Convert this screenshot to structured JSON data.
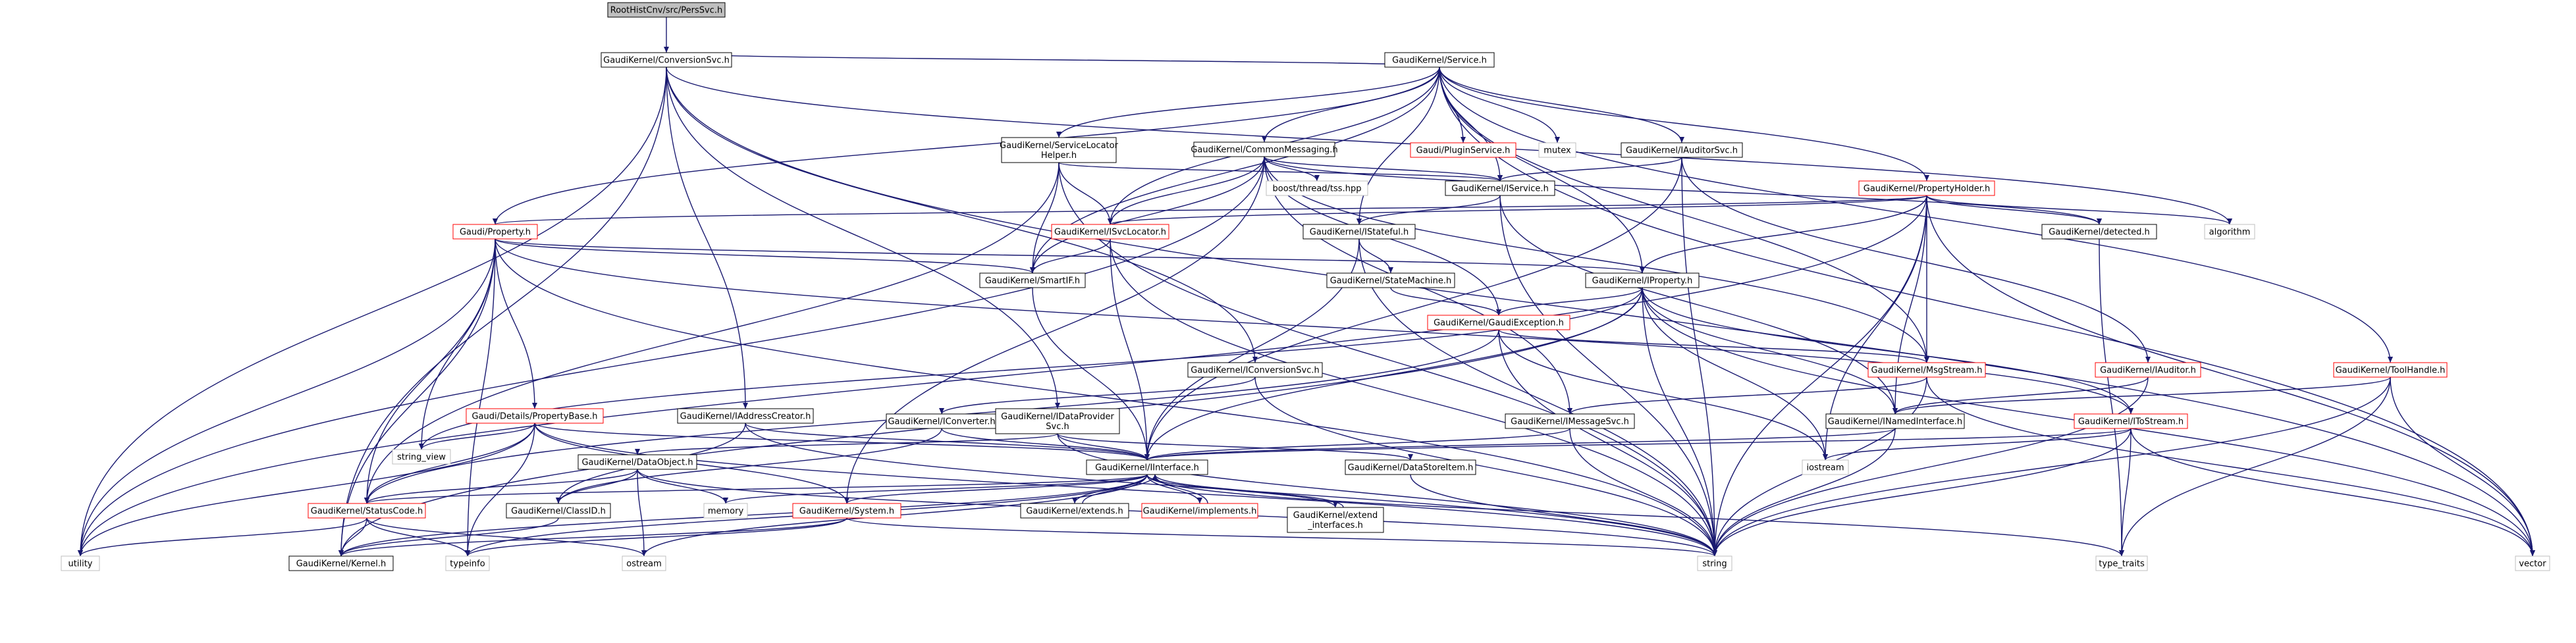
{
  "colors": {
    "edge": "#191970",
    "box_stroke": "#000000",
    "box_stroke_red": "#ff0000",
    "box_stroke_gray": "#bfbfbf",
    "root_fill": "#bfbfbf",
    "box_fill": "#ffffff"
  },
  "nodes": [
    {
      "id": "root",
      "lines": [
        "RootHistCnv/src/PersSvc.h"
      ],
      "style": "root"
    },
    {
      "id": "conv",
      "lines": [
        "GaudiKernel/ConversionSvc.h"
      ],
      "style": "normal"
    },
    {
      "id": "service",
      "lines": [
        "GaudiKernel/Service.h"
      ],
      "style": "normal"
    },
    {
      "id": "slh",
      "lines": [
        "GaudiKernel/ServiceLocator",
        "Helper.h"
      ],
      "style": "normal"
    },
    {
      "id": "cm",
      "lines": [
        "GaudiKernel/CommonMessaging.h"
      ],
      "style": "normal"
    },
    {
      "id": "plugin",
      "lines": [
        "Gaudi/PluginService.h"
      ],
      "style": "red"
    },
    {
      "id": "mutex",
      "lines": [
        "mutex"
      ],
      "style": "gray"
    },
    {
      "id": "iaud",
      "lines": [
        "GaudiKernel/IAuditorSvc.h"
      ],
      "style": "normal"
    },
    {
      "id": "boosttss",
      "lines": [
        "boost/thread/tss.hpp"
      ],
      "style": "gray"
    },
    {
      "id": "iservice",
      "lines": [
        "GaudiKernel/IService.h"
      ],
      "style": "normal"
    },
    {
      "id": "propholder",
      "lines": [
        "GaudiKernel/PropertyHolder.h"
      ],
      "style": "red"
    },
    {
      "id": "gprop",
      "lines": [
        "Gaudi/Property.h"
      ],
      "style": "red"
    },
    {
      "id": "isvcloc",
      "lines": [
        "GaudiKernel/ISvcLocator.h"
      ],
      "style": "red"
    },
    {
      "id": "istateful",
      "lines": [
        "GaudiKernel/IStateful.h"
      ],
      "style": "normal"
    },
    {
      "id": "detected",
      "lines": [
        "GaudiKernel/detected.h"
      ],
      "style": "normal"
    },
    {
      "id": "algorithm",
      "lines": [
        "algorithm"
      ],
      "style": "gray"
    },
    {
      "id": "smartif",
      "lines": [
        "GaudiKernel/SmartIF.h"
      ],
      "style": "normal"
    },
    {
      "id": "statemach",
      "lines": [
        "GaudiKernel/StateMachine.h"
      ],
      "style": "normal"
    },
    {
      "id": "iproperty",
      "lines": [
        "GaudiKernel/IProperty.h"
      ],
      "style": "normal"
    },
    {
      "id": "gexc",
      "lines": [
        "GaudiKernel/GaudiException.h"
      ],
      "style": "red"
    },
    {
      "id": "iconvsvc",
      "lines": [
        "GaudiKernel/IConversionSvc.h"
      ],
      "style": "normal"
    },
    {
      "id": "msgstream",
      "lines": [
        "GaudiKernel/MsgStream.h"
      ],
      "style": "red"
    },
    {
      "id": "iauditor",
      "lines": [
        "GaudiKernel/IAuditor.h"
      ],
      "style": "red"
    },
    {
      "id": "toolhandle",
      "lines": [
        "GaudiKernel/ToolHandle.h"
      ],
      "style": "red"
    },
    {
      "id": "propbase",
      "lines": [
        "Gaudi/Details/PropertyBase.h"
      ],
      "style": "red"
    },
    {
      "id": "iaddr",
      "lines": [
        "GaudiKernel/IAddressCreator.h"
      ],
      "style": "normal"
    },
    {
      "id": "iconverter",
      "lines": [
        "GaudiKernel/IConverter.h"
      ],
      "style": "normal"
    },
    {
      "id": "idataprov",
      "lines": [
        "GaudiKernel/IDataProvider",
        "Svc.h"
      ],
      "style": "normal"
    },
    {
      "id": "imsgsvc",
      "lines": [
        "GaudiKernel/IMessageSvc.h"
      ],
      "style": "normal"
    },
    {
      "id": "inamed",
      "lines": [
        "GaudiKernel/INamedInterface.h"
      ],
      "style": "normal"
    },
    {
      "id": "iostream_h",
      "lines": [
        "GaudiKernel/IToStream.h"
      ],
      "style": "red"
    },
    {
      "id": "stringview",
      "lines": [
        "string_view"
      ],
      "style": "gray"
    },
    {
      "id": "dataobj",
      "lines": [
        "GaudiKernel/DataObject.h"
      ],
      "style": "normal"
    },
    {
      "id": "iinterface",
      "lines": [
        "GaudiKernel/IInterface.h"
      ],
      "style": "normal"
    },
    {
      "id": "datastore",
      "lines": [
        "GaudiKernel/DataStoreItem.h"
      ],
      "style": "normal"
    },
    {
      "id": "iostream",
      "lines": [
        "iostream"
      ],
      "style": "gray"
    },
    {
      "id": "memory",
      "lines": [
        "memory"
      ],
      "style": "gray"
    },
    {
      "id": "statuscode",
      "lines": [
        "GaudiKernel/StatusCode.h"
      ],
      "style": "red"
    },
    {
      "id": "classid",
      "lines": [
        "GaudiKernel/ClassID.h"
      ],
      "style": "normal"
    },
    {
      "id": "system",
      "lines": [
        "GaudiKernel/System.h"
      ],
      "style": "red"
    },
    {
      "id": "extends",
      "lines": [
        "GaudiKernel/extends.h"
      ],
      "style": "normal"
    },
    {
      "id": "implements",
      "lines": [
        "GaudiKernel/implements.h"
      ],
      "style": "red"
    },
    {
      "id": "extendif",
      "lines": [
        "GaudiKernel/extend",
        "_interfaces.h"
      ],
      "style": "normal"
    },
    {
      "id": "utility",
      "lines": [
        "utility"
      ],
      "style": "gray"
    },
    {
      "id": "kernel",
      "lines": [
        "GaudiKernel/Kernel.h"
      ],
      "style": "normal"
    },
    {
      "id": "typeinfo",
      "lines": [
        "typeinfo"
      ],
      "style": "gray"
    },
    {
      "id": "ostream",
      "lines": [
        "ostream"
      ],
      "style": "gray"
    },
    {
      "id": "string",
      "lines": [
        "string"
      ],
      "style": "gray"
    },
    {
      "id": "typetraits",
      "lines": [
        "type_traits"
      ],
      "style": "gray"
    },
    {
      "id": "vector",
      "lines": [
        "vector"
      ],
      "style": "gray"
    }
  ],
  "edges": [
    [
      "root",
      "conv"
    ],
    [
      "conv",
      "service"
    ],
    [
      "conv",
      "iconvsvc"
    ],
    [
      "conv",
      "iaddr"
    ],
    [
      "conv",
      "idataprov"
    ],
    [
      "conv",
      "algorithm"
    ],
    [
      "conv",
      "vector"
    ],
    [
      "conv",
      "utility"
    ],
    [
      "conv",
      "kernel"
    ],
    [
      "service",
      "slh"
    ],
    [
      "service",
      "cm"
    ],
    [
      "service",
      "plugin"
    ],
    [
      "service",
      "mutex"
    ],
    [
      "service",
      "iaud"
    ],
    [
      "service",
      "iservice"
    ],
    [
      "service",
      "propholder"
    ],
    [
      "service",
      "gprop"
    ],
    [
      "service",
      "isvcloc"
    ],
    [
      "service",
      "istateful"
    ],
    [
      "service",
      "iproperty"
    ],
    [
      "service",
      "smartif"
    ],
    [
      "service",
      "toolhandle"
    ],
    [
      "service",
      "vector"
    ],
    [
      "service",
      "msgstream"
    ],
    [
      "slh",
      "iservice"
    ],
    [
      "slh",
      "isvcloc"
    ],
    [
      "slh",
      "smartif"
    ],
    [
      "slh",
      "statuscode"
    ],
    [
      "slh",
      "string"
    ],
    [
      "cm",
      "boosttss"
    ],
    [
      "cm",
      "iservice"
    ],
    [
      "cm",
      "isvcloc"
    ],
    [
      "cm",
      "gexc"
    ],
    [
      "cm",
      "imsgsvc"
    ],
    [
      "cm",
      "msgstream"
    ],
    [
      "cm",
      "smartif"
    ],
    [
      "cm",
      "detected"
    ],
    [
      "cm",
      "utility"
    ],
    [
      "cm",
      "system"
    ],
    [
      "iaud",
      "iservice"
    ],
    [
      "iaud",
      "iauditor"
    ],
    [
      "iaud",
      "string"
    ],
    [
      "iaud",
      "iinterface"
    ],
    [
      "iservice",
      "istateful"
    ],
    [
      "iservice",
      "inamed"
    ],
    [
      "iservice",
      "string"
    ],
    [
      "propholder",
      "gprop"
    ],
    [
      "propholder",
      "isvcloc"
    ],
    [
      "propholder",
      "iproperty"
    ],
    [
      "propholder",
      "detected"
    ],
    [
      "propholder",
      "algorithm"
    ],
    [
      "propholder",
      "msgstream"
    ],
    [
      "propholder",
      "inamed"
    ],
    [
      "propholder",
      "iostream"
    ],
    [
      "propholder",
      "vector"
    ],
    [
      "propholder",
      "string"
    ],
    [
      "propholder",
      "utility"
    ],
    [
      "gprop",
      "propbase"
    ],
    [
      "gprop",
      "iproperty"
    ],
    [
      "gprop",
      "smartif"
    ],
    [
      "gprop",
      "iostream_h"
    ],
    [
      "gprop",
      "stringview"
    ],
    [
      "gprop",
      "utility"
    ],
    [
      "gprop",
      "string"
    ],
    [
      "gprop",
      "kernel"
    ],
    [
      "gprop",
      "typeinfo"
    ],
    [
      "gprop",
      "statuscode"
    ],
    [
      "isvcloc",
      "smartif"
    ],
    [
      "isvcloc",
      "iinterface"
    ],
    [
      "isvcloc",
      "string"
    ],
    [
      "istateful",
      "statemach"
    ],
    [
      "istateful",
      "iinterface"
    ],
    [
      "istateful",
      "string"
    ],
    [
      "detected",
      "typetraits"
    ],
    [
      "smartif",
      "iinterface"
    ],
    [
      "statemach",
      "gexc"
    ],
    [
      "iproperty",
      "gexc"
    ],
    [
      "iproperty",
      "inamed"
    ],
    [
      "iproperty",
      "iinterface"
    ],
    [
      "iproperty",
      "iostream"
    ],
    [
      "iproperty",
      "string"
    ],
    [
      "iproperty",
      "vector"
    ],
    [
      "iproperty",
      "stringview"
    ],
    [
      "iproperty",
      "iostream_h"
    ],
    [
      "iproperty",
      "kernel"
    ],
    [
      "gexc",
      "msgstream"
    ],
    [
      "gexc",
      "statuscode"
    ],
    [
      "gexc",
      "string"
    ],
    [
      "gexc",
      "iostream"
    ],
    [
      "iconvsvc",
      "iconverter"
    ],
    [
      "iconvsvc",
      "string"
    ],
    [
      "msgstream",
      "imsgsvc"
    ],
    [
      "msgstream",
      "string"
    ],
    [
      "msgstream",
      "vector"
    ],
    [
      "iauditor",
      "inamed"
    ],
    [
      "iauditor",
      "string"
    ],
    [
      "toolhandle",
      "inamed"
    ],
    [
      "toolhandle",
      "string"
    ],
    [
      "toolhandle",
      "vector"
    ],
    [
      "toolhandle",
      "typetraits"
    ],
    [
      "propbase",
      "stringview"
    ],
    [
      "propbase",
      "iinterface"
    ],
    [
      "propbase",
      "statuscode"
    ],
    [
      "propbase",
      "system"
    ],
    [
      "propbase",
      "utility"
    ],
    [
      "propbase",
      "typeinfo"
    ],
    [
      "propbase",
      "string"
    ],
    [
      "iaddr",
      "iinterface"
    ],
    [
      "iaddr",
      "classid"
    ],
    [
      "iaddr",
      "string"
    ],
    [
      "iconverter",
      "iinterface"
    ],
    [
      "iconverter",
      "classid"
    ],
    [
      "idataprov",
      "iinterface"
    ],
    [
      "idataprov",
      "dataobj"
    ],
    [
      "idataprov",
      "datastore"
    ],
    [
      "idataprov",
      "string"
    ],
    [
      "imsgsvc",
      "iinterface"
    ],
    [
      "imsgsvc",
      "string"
    ],
    [
      "inamed",
      "iinterface"
    ],
    [
      "inamed",
      "string"
    ],
    [
      "iostream_h",
      "iinterface"
    ],
    [
      "iostream_h",
      "iostream"
    ],
    [
      "iostream_h",
      "string"
    ],
    [
      "iostream_h",
      "vector"
    ],
    [
      "iostream_h",
      "typetraits"
    ],
    [
      "dataobj",
      "classid"
    ],
    [
      "dataobj",
      "statuscode"
    ],
    [
      "dataobj",
      "memory"
    ],
    [
      "dataobj",
      "ostream"
    ],
    [
      "dataobj",
      "string"
    ],
    [
      "iinterface",
      "statuscode"
    ],
    [
      "iinterface",
      "system"
    ],
    [
      "iinterface",
      "extends"
    ],
    [
      "iinterface",
      "implements"
    ],
    [
      "iinterface",
      "extendif"
    ],
    [
      "iinterface",
      "kernel"
    ],
    [
      "iinterface",
      "typeinfo"
    ],
    [
      "iinterface",
      "ostream"
    ],
    [
      "iinterface",
      "memory"
    ],
    [
      "iinterface",
      "typetraits"
    ],
    [
      "datastore",
      "string"
    ],
    [
      "statuscode",
      "kernel"
    ],
    [
      "statuscode",
      "utility"
    ],
    [
      "statuscode",
      "ostream"
    ],
    [
      "statuscode",
      "typeinfo"
    ],
    [
      "classid",
      "kernel"
    ],
    [
      "system",
      "kernel"
    ],
    [
      "system",
      "typeinfo"
    ],
    [
      "system",
      "string"
    ],
    [
      "extends",
      "iinterface"
    ],
    [
      "implements",
      "iinterface"
    ],
    [
      "extendif",
      "iinterface"
    ]
  ]
}
